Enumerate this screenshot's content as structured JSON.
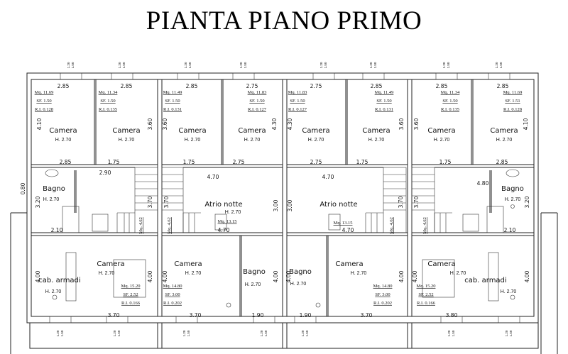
{
  "title": "PIANTA PIANO PRIMO",
  "rooms": [
    {
      "name": "Camera",
      "h": "H. 2.70",
      "mq": "Mq. 11.69",
      "sf": "SF. 1.50",
      "ri": "R.I. 0.128"
    },
    {
      "name": "Camera",
      "h": "H. 2.70",
      "mq": "Mq. 11.34",
      "sf": "SF. 1.50",
      "ri": "R.I. 0.135"
    },
    {
      "name": "Camera",
      "h": "H. 2.70",
      "mq": "Mq. 11.49",
      "sf": "SF. 1.50",
      "ri": "R.I. 0.131"
    },
    {
      "name": "Camera",
      "h": "H. 2.70",
      "mq": "Mq. 11.83",
      "sf": "SF. 1.50",
      "ri": "R.I. 0.127"
    },
    {
      "name": "Camera",
      "h": "H. 2.70",
      "mq": "Mq. 11.83",
      "sf": "SF. 1.50",
      "ri": "R.I. 0.127"
    },
    {
      "name": "Camera",
      "h": "H. 2.70",
      "mq": "Mq. 11.49",
      "sf": "SF. 1.50",
      "ri": "R.I. 0.131"
    },
    {
      "name": "Camera",
      "h": "H. 2.70",
      "mq": "Mq. 11.34",
      "sf": "SF. 1.50",
      "ri": "R.I. 0.135"
    },
    {
      "name": "Camera",
      "h": "H. 2.70",
      "mq": "Mq. 11.69",
      "sf": "SF. 1.51",
      "ri": "R.I. 0.128"
    },
    {
      "name": "Bagno",
      "h": "H. 2.70"
    },
    {
      "name": "Atrio notte",
      "h": "H. 2.70",
      "mq": "Mq. 13.15"
    },
    {
      "name": "Atrio notte",
      "mq": "Mq. 13.15"
    },
    {
      "name": "Bagno",
      "h": "H. 2.70"
    },
    {
      "name": "cab. armadi",
      "h": "H. 2.70"
    },
    {
      "name": "Camera",
      "h": "H. 2.70",
      "mq": "Mq. 15.20",
      "sf": "SF. 2.52",
      "ri": "R.I. 0.166"
    },
    {
      "name": "Camera",
      "h": "H. 2.70",
      "mq": "Mq. 14.80",
      "sf": "SF. 3.00",
      "ri": "R.I. 0.202"
    },
    {
      "name": "Bagno",
      "h": "H. 2.70"
    },
    {
      "name": "Bagno",
      "h": "H. 2.70"
    },
    {
      "name": "Camera",
      "h": "H. 2.70",
      "mq": "Mq. 14.80",
      "sf": "SF. 3.00",
      "ri": "R.I. 0.202"
    },
    {
      "name": "Camera",
      "h": "H. 2.70",
      "mq": "Mq. 15.20",
      "sf": "SF. 2.52",
      "ri": "R.I. 0.166"
    },
    {
      "name": "cab. armadi",
      "h": "H. 2.70"
    }
  ],
  "stairs_area": "Mq. 4.62",
  "dims": [
    "2.85",
    "2.85",
    "2.85",
    "2.75",
    "2.75",
    "2.85",
    "2.85",
    "2.85",
    "4.10",
    "3.60",
    "3.60",
    "4.30",
    "4.30",
    "3.60",
    "3.60",
    "4.10",
    "2.85",
    "1.75",
    "1.75",
    "2.75",
    "2.75",
    "1.75",
    "1.75",
    "2.85",
    "2.90",
    "3.20",
    "2.10",
    "3.70",
    "3.70",
    "4.70",
    "3.00",
    "4.70",
    "3.00",
    "4.70",
    "4.70",
    "3.70",
    "3.70",
    "4.80",
    "3.20",
    "2.10",
    "0.80",
    "4.00",
    "4.00",
    "3.70",
    "4.00",
    "3.70",
    "4.00",
    "1.90",
    "4.00",
    "1.90",
    "3.70",
    "4.00",
    "4.00",
    "3.80",
    "4.00"
  ],
  "window": {
    "w": "1.20",
    "h": "1.50"
  }
}
